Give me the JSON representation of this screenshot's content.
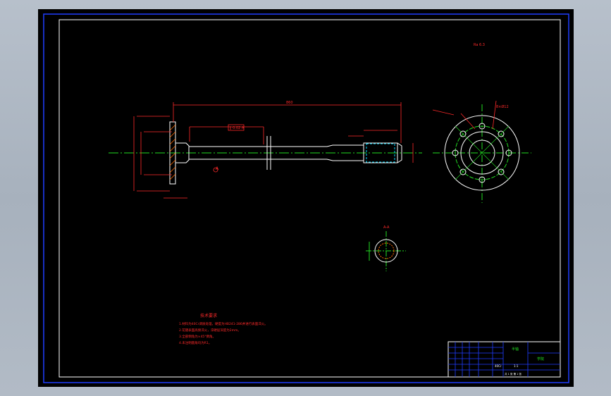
{
  "drawing": {
    "background": "#000000",
    "border_color": "#1f3dff",
    "colors": {
      "outline": "#ffffff",
      "dimension": "#ff2a2a",
      "centerline": "#22dd22",
      "hidden": "#00d8ff",
      "annotation": "#ff2a2a"
    }
  },
  "labels": {
    "overall_length": "860",
    "tolerance_frame": "∥ 0.02 A",
    "roughness_top": "Ra 6.3",
    "section_label": "A-A",
    "flange_note": "8×Ø12",
    "datum": "A"
  },
  "notes": {
    "title": "技术要求",
    "lines": [
      "1.材料为40Cr调质处理，硬度为HB241-286并进行表面淬火。",
      "2.花键表面高频淬火，淬硬层深度为2mm。",
      "3.全部倒角为×45°倒角。",
      "4.未注明圆角均为R1。"
    ]
  },
  "title_block": {
    "part_name": "半轴",
    "company": "学院",
    "scale": "1:1",
    "material": "40Cr",
    "sheet": "共 1 张 第 1 张"
  }
}
